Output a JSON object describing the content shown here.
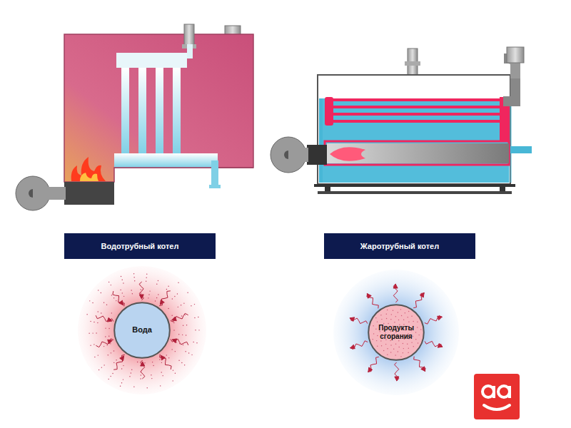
{
  "diagram": {
    "nodes": [
      {
        "text": [
          "Водотрубный котел"
        ]
      },
      {
        "text": [
          "Жаротрубный котел"
        ]
      },
      {
        "text": [
          "Вода"
        ]
      },
      {
        "text": [
          "Продукты сгорания"
        ]
      }
    ]
  }
}
